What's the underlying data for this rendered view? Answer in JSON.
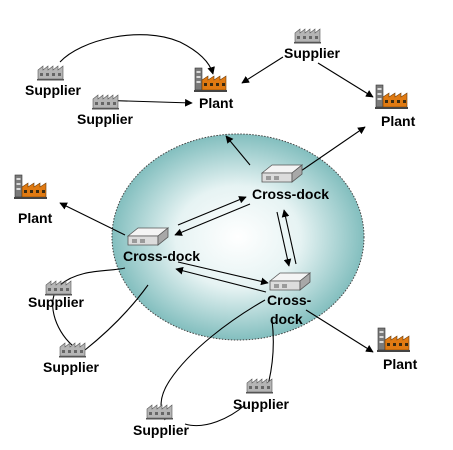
{
  "diagram": {
    "nodes": {
      "supplier_top": "Supplier",
      "plant_top_center": "Plant",
      "plant_top_right": "Plant",
      "supplier_top_left": "Supplier",
      "supplier_mid_left": "Supplier",
      "plant_left": "Plant",
      "crossdock_top": "Cross-dock",
      "crossdock_left": "Cross-dock",
      "crossdock_bottom_line1": "Cross-",
      "crossdock_bottom_line2": "dock",
      "supplier_left_upper": "Supplier",
      "supplier_left_lower": "Supplier",
      "plant_bottom_right": "Plant",
      "supplier_bottom_right": "Supplier",
      "supplier_bottom_left": "Supplier"
    },
    "colors": {
      "region_center": "#ffffff",
      "region_edge": "#6fb4b4",
      "factory_roof": "#e07a12",
      "factory_building": "#8a8a8a",
      "supplier_building": "#a9a9a9"
    }
  }
}
